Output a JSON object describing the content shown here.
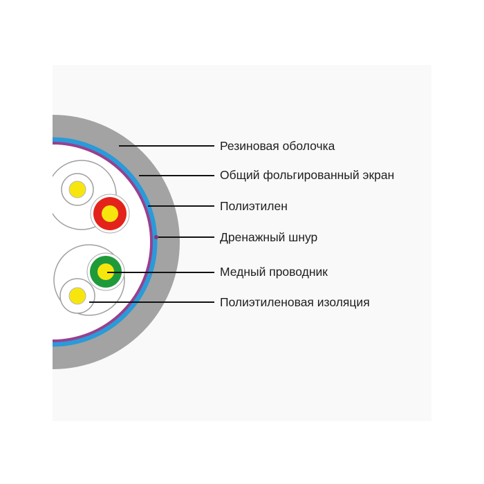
{
  "diagram": {
    "title": "",
    "labels": [
      {
        "id": "outer-sheath",
        "text": "Резиновая оболочка"
      },
      {
        "id": "foil-screen",
        "text": "Общий фольгированный экран"
      },
      {
        "id": "polyethylene",
        "text": "Полиэтилен"
      },
      {
        "id": "drain-wire",
        "text": "Дренажный шнур"
      },
      {
        "id": "copper-conductor",
        "text": "Медный проводник"
      },
      {
        "id": "pe-insulation",
        "text": "Полиэтиленовая изоляция"
      }
    ]
  },
  "colors": {
    "sheath": "#a3a3a3",
    "screen": "#2a9ad8",
    "polyethylene": "#9a3f8f",
    "core": "#ffffff",
    "pair_outline": "#9f9f9f",
    "insulation_red": "#e3231b",
    "insulation_green": "#1f9a3b",
    "conductor_yellow": "#f7e60e",
    "leader_line": "#111111"
  }
}
